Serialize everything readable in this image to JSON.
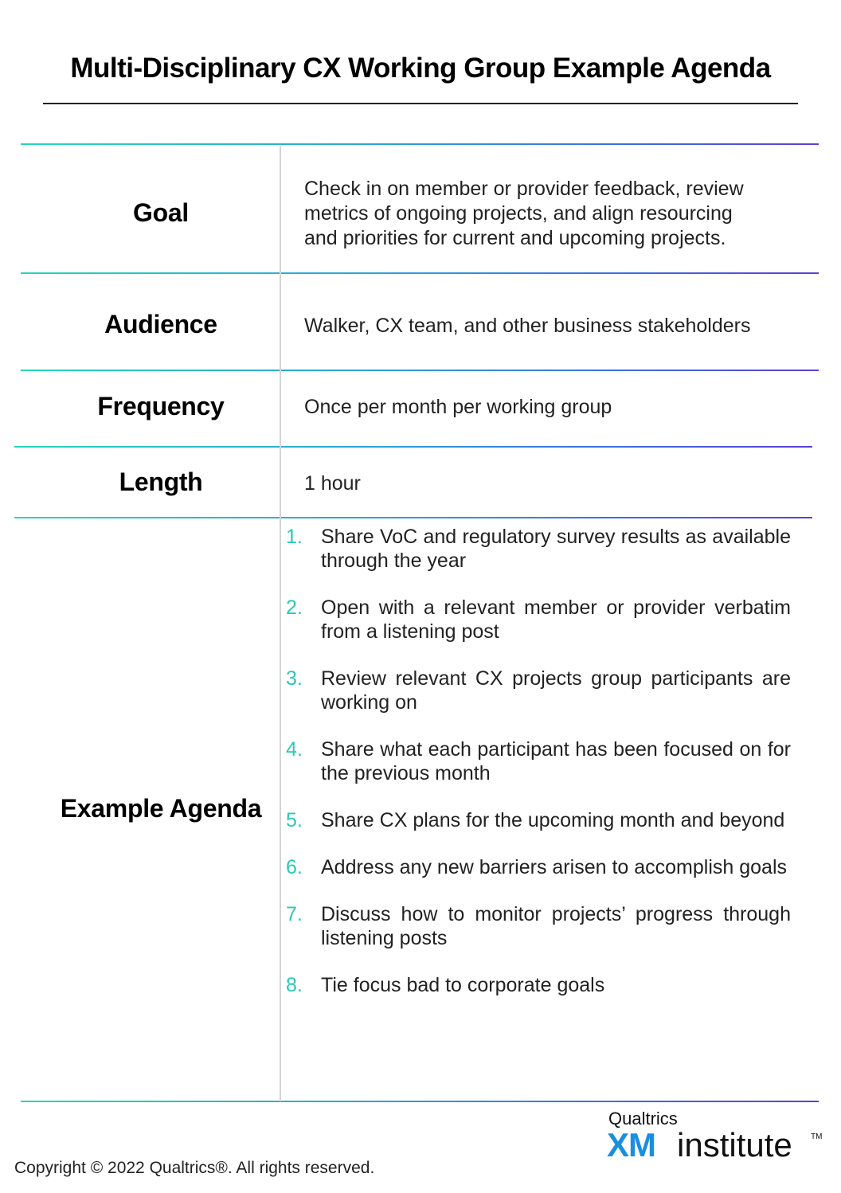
{
  "title": "Multi-Disciplinary CX Working Group Example Agenda",
  "rows": {
    "goal": {
      "label": "Goal",
      "lines": [
        "Check in on member or provider feedback, review",
        "metrics of ongoing projects, and align resourcing",
        "and priorities for current and upcoming projects."
      ]
    },
    "audience": {
      "label": "Audience",
      "value": "Walker, CX team, and other business stakeholders"
    },
    "frequency": {
      "label": "Frequency",
      "value": "Once per month per working group"
    },
    "length": {
      "label": "Length",
      "value": "1 hour"
    },
    "agenda": {
      "label": "Example Agenda",
      "items": [
        {
          "num": "1.",
          "text": "Share VoC and regulatory survey results as available through the year"
        },
        {
          "num": "2.",
          "text": "Open with a relevant member or provider verbatim from a listening post"
        },
        {
          "num": "3.",
          "text": "Review relevant CX projects group participants are working on"
        },
        {
          "num": "4.",
          "text": "Share what each participant has been focused on for the previous month"
        },
        {
          "num": "5.",
          "text": "Share CX plans for the upcoming month and beyond"
        },
        {
          "num": "6.",
          "text": "Address any new barriers arisen to accomplish goals"
        },
        {
          "num": "7.",
          "text": "Discuss how to monitor projects’ progress through listening posts"
        },
        {
          "num": "8.",
          "text": "Tie focus bad to corporate goals"
        }
      ]
    }
  },
  "copyright": "Copyright © 2022 Qualtrics®.  All rights reserved.",
  "logo": {
    "top": "Qualtrics",
    "xm": "XM",
    "institute": "institute",
    "tm": "TM"
  },
  "colors": {
    "accent_start": "#27d6b9",
    "accent_end": "#5b3fd6",
    "list_number": "#2bc9b5",
    "logo_blue": "#1a8fe0"
  }
}
